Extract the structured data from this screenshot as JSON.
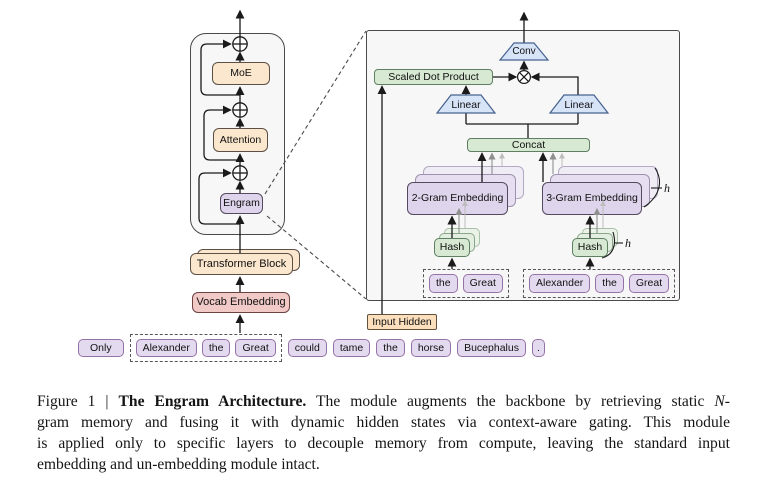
{
  "figure": {
    "left": {
      "blocks": {
        "moe": "MoE",
        "attention": "Attention",
        "engram": "Engram",
        "transformer_block": "Transformer Block",
        "vocab_embedding": "Vocab Embedding"
      },
      "sentence": {
        "before": [
          "Only"
        ],
        "highlight": [
          "Alexander",
          "the",
          "Great"
        ],
        "after": [
          "could",
          "tame",
          "the",
          "horse",
          "Bucephalus",
          "."
        ]
      }
    },
    "right": {
      "conv": "Conv",
      "scaled_dot_product": "Scaled Dot Product",
      "linear_left": "Linear",
      "linear_right": "Linear",
      "concat": "Concat",
      "two_gram_embedding": "2-Gram Embedding",
      "three_gram_embedding": "3-Gram Embedding",
      "hash_left": "Hash",
      "hash_right": "Hash",
      "h_label_embedding": "h",
      "h_label_hash": "h",
      "input_hidden": "Input Hidden",
      "ngram2_tokens": [
        "the",
        "Great"
      ],
      "ngram3_tokens": [
        "Alexander",
        "the",
        "Great"
      ]
    },
    "colors": {
      "panel_fill": "#f7f7f7",
      "panel_border": "#4a4a4a",
      "peach_fill": "#fbe7cd",
      "peach_border": "#5c5045",
      "purple_fill": "#ded4eb",
      "purple_border": "#55495f",
      "purple_mid_fill": "#e7dff1",
      "purple_mid_border": "#9c92ae",
      "purple_back_fill": "#f0ecf6",
      "purple_back_border": "#b2a9c2",
      "token_fill": "#e4daf0",
      "token_border": "#9673a6",
      "green_fill": "#d7e8d3",
      "green_border": "#5f7f63",
      "green_mid_fill": "#e2eedf",
      "green_mid_border": "#8aa68a",
      "green_back_fill": "#ebf3e9",
      "green_back_border": "#a9bfa7",
      "blue_fill": "#d7e3f7",
      "blue_border": "#46618e",
      "pink_fill": "#f1c9c7",
      "pink_border": "#6d4341",
      "inputhidden_fill": "#fce0bd",
      "inputhidden_border": "#63513b",
      "arrow_dark": "#1a1a1a",
      "arrow_gray": "#8f8f8f",
      "arrow_light": "#bdbdbd"
    }
  },
  "caption": {
    "line1": {
      "prefix": "Figure 1 | ",
      "bold": "The Engram Architecture.",
      "text": " The module augments the backbone by retrieving static ",
      "italic": "N",
      "suffix": "-"
    },
    "line2": "gram memory and fusing it with dynamic hidden states via context-aware gating. This module",
    "line3": "is applied only to specific layers to decouple memory from compute, leaving the standard input",
    "line4": "embedding and un-embedding module intact."
  }
}
